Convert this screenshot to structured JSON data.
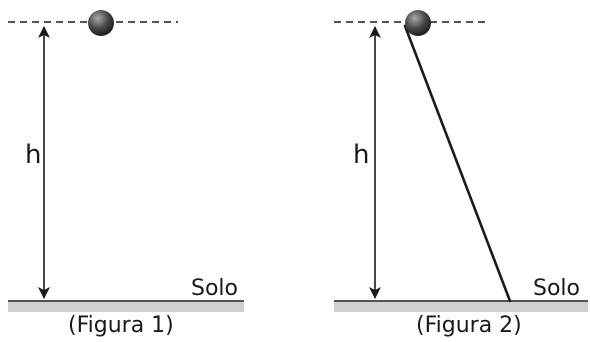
{
  "figures": [
    {
      "caption": "(Figura 1)",
      "height_label": "h",
      "ground_label": "Solo",
      "has_incline": false
    },
    {
      "caption": "(Figura 2)",
      "height_label": "h",
      "ground_label": "Solo",
      "has_incline": true
    }
  ],
  "colors": {
    "ink": "#1a1a1a",
    "ground": "#d0d0d0",
    "ball_dark": "#2a2a2a",
    "ball_light": "#9a9a9a"
  }
}
